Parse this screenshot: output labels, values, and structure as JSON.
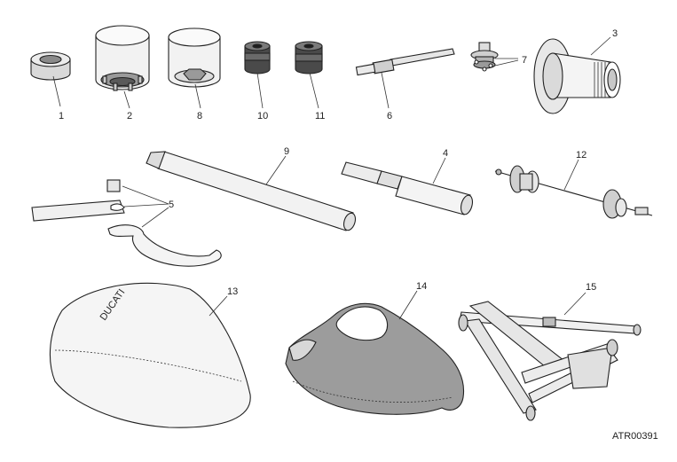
{
  "drawing_code": "ATR00391",
  "parts": [
    {
      "id": "p1",
      "label": "1"
    },
    {
      "id": "p2",
      "label": "2"
    },
    {
      "id": "p8",
      "label": "8"
    },
    {
      "id": "p10",
      "label": "10"
    },
    {
      "id": "p11",
      "label": "11"
    },
    {
      "id": "p6",
      "label": "6"
    },
    {
      "id": "p7",
      "label": "7"
    },
    {
      "id": "p3",
      "label": "3"
    },
    {
      "id": "p9",
      "label": "9"
    },
    {
      "id": "p4",
      "label": "4"
    },
    {
      "id": "p12",
      "label": "12"
    },
    {
      "id": "p5",
      "label": "5"
    },
    {
      "id": "p13",
      "label": "13"
    },
    {
      "id": "p14",
      "label": "14"
    },
    {
      "id": "p15",
      "label": "15"
    }
  ]
}
